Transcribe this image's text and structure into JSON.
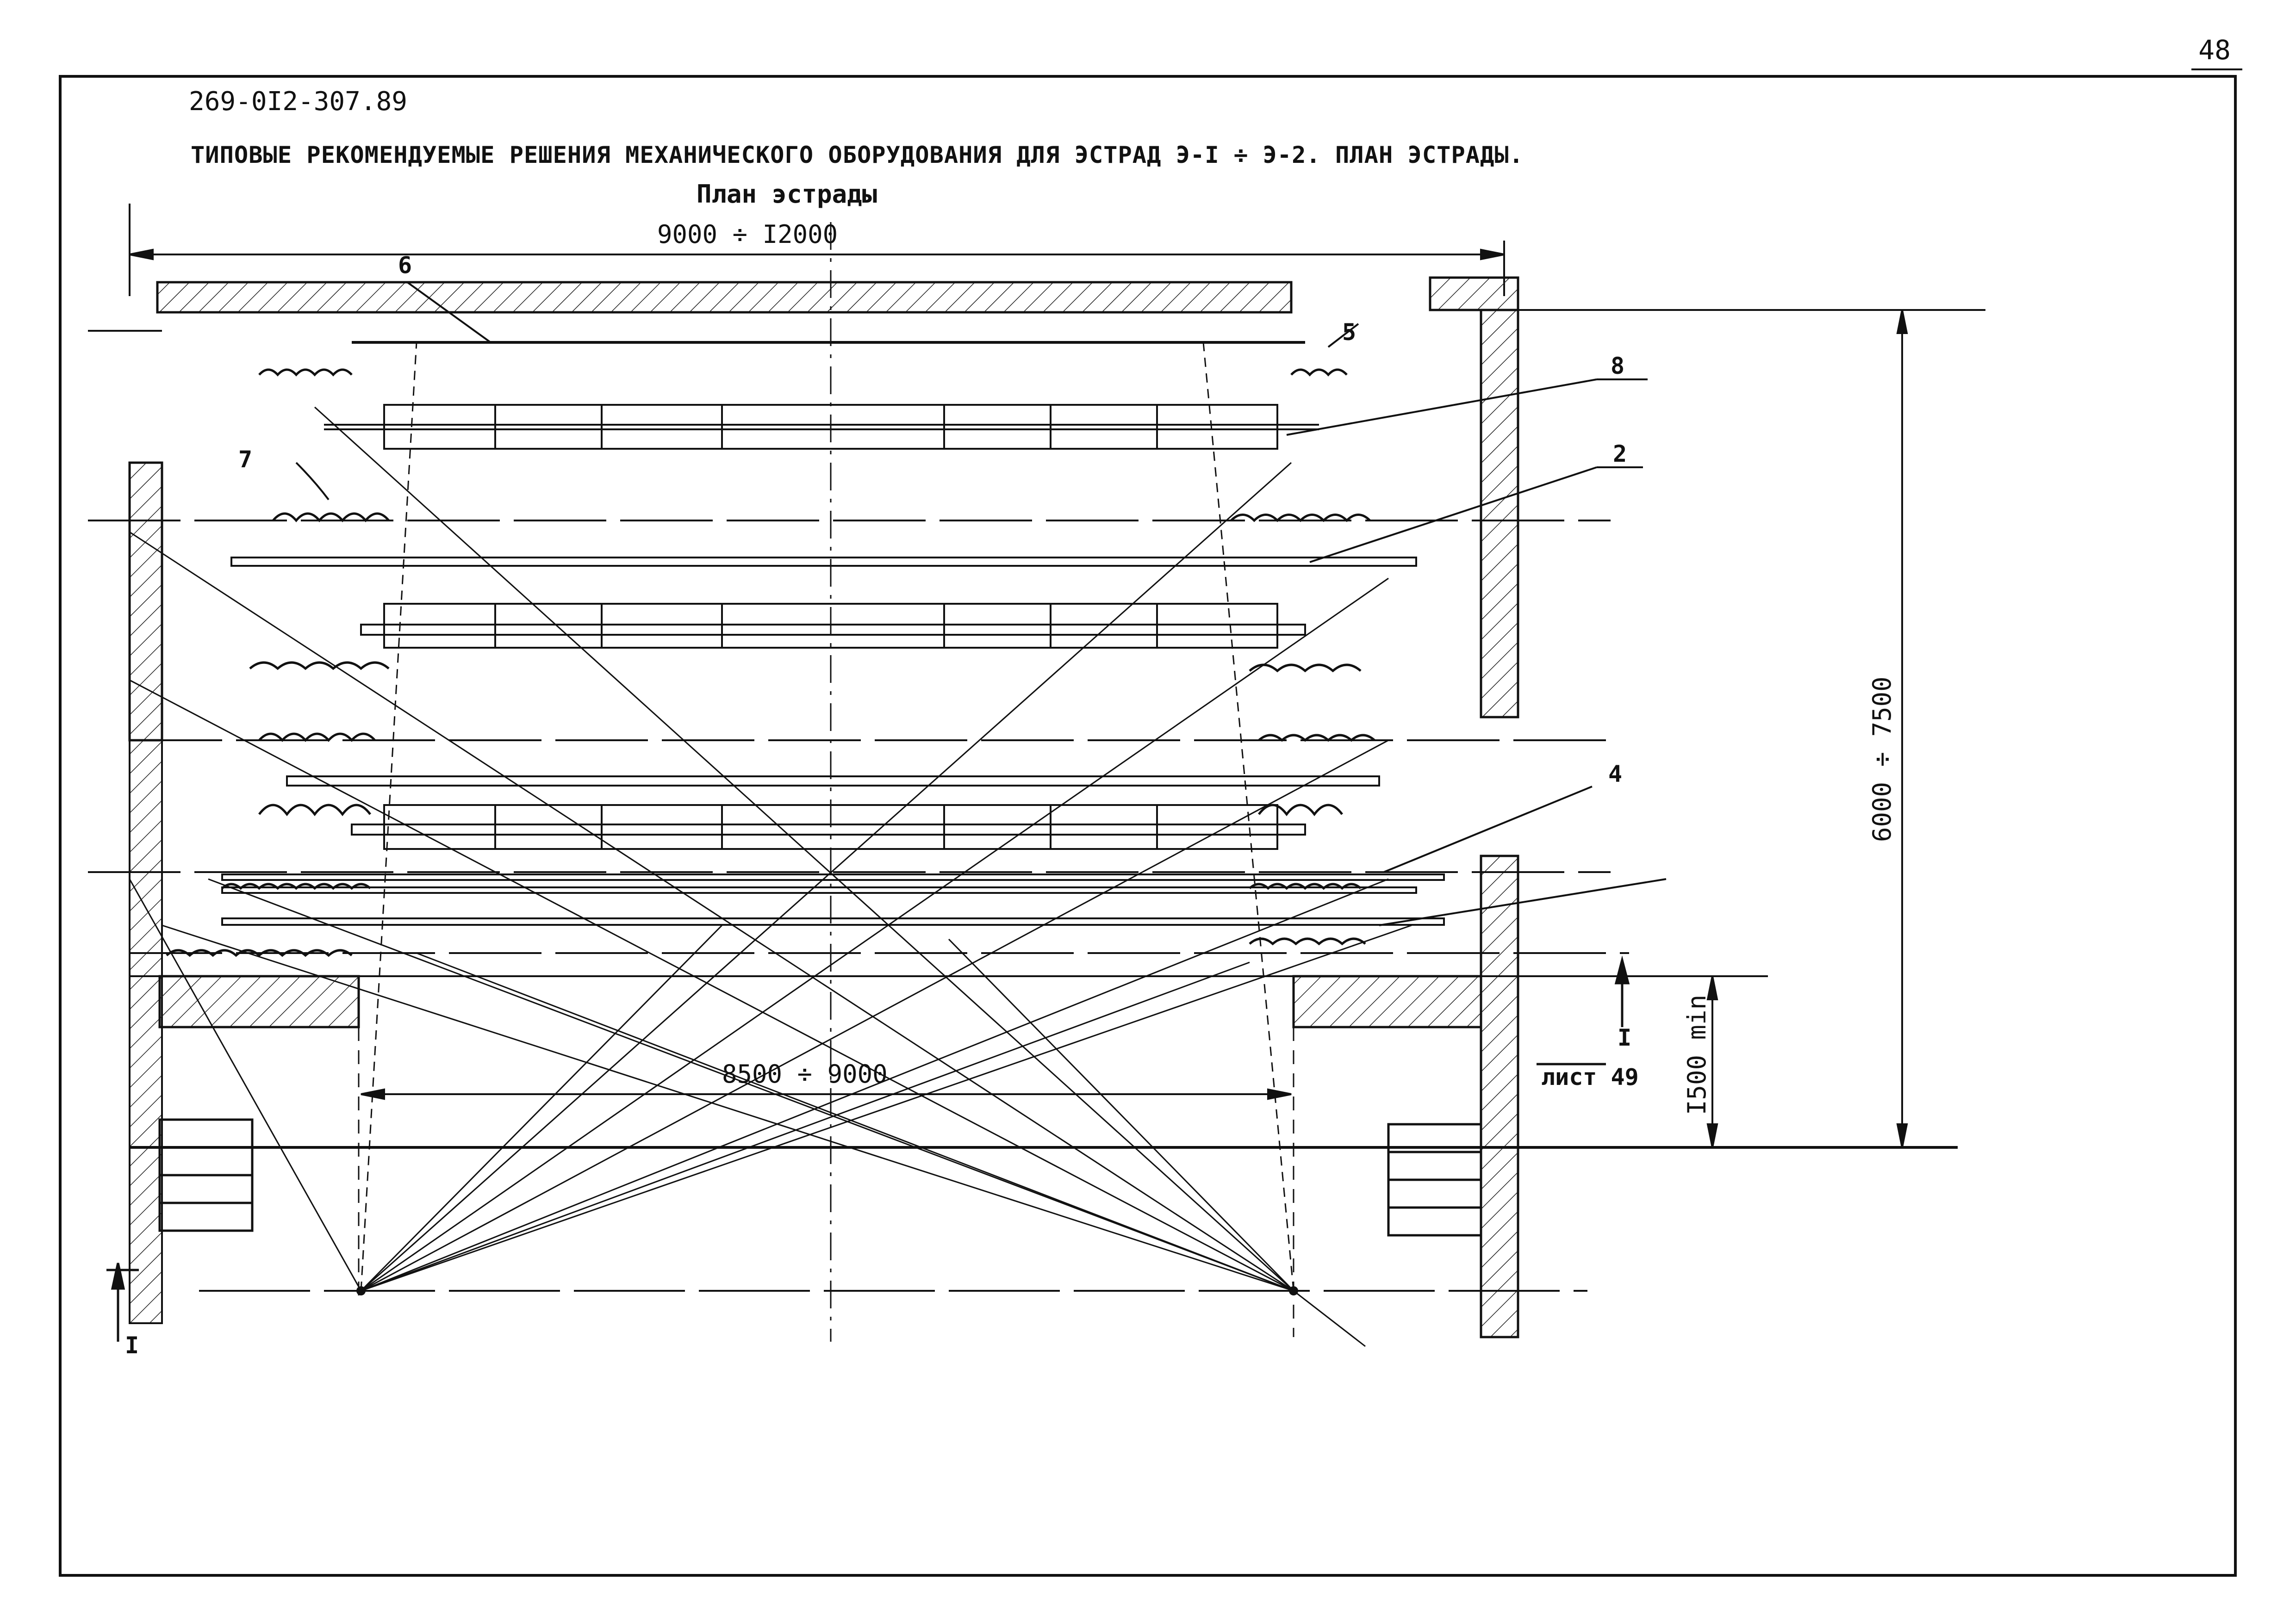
{
  "sheet": {
    "page_number": "48",
    "doc_code": "269-0I2-307.89",
    "title": "ТИПОВЫЕ РЕКОМЕНДУЕМЫЕ РЕШЕНИЯ МЕХАНИЧЕСКОГО ОБОРУДОВАНИЯ ДЛЯ ЭСТРАД Э-I ÷ Э-2. ПЛАН ЭСТРАДЫ."
  },
  "drawing": {
    "caption": "План эстрады",
    "dim_width": "9000 ÷ I2000",
    "dim_depth": "6000 ÷ 7500",
    "dim_portal": "8500 ÷ 9000",
    "dim_forestage": "I500 min",
    "section_ref_mark": "I",
    "section_ref_sheet": "лист 49",
    "section_cut_mark": "I",
    "callouts": [
      "6",
      "5",
      "8",
      "2",
      "7",
      "4"
    ]
  }
}
